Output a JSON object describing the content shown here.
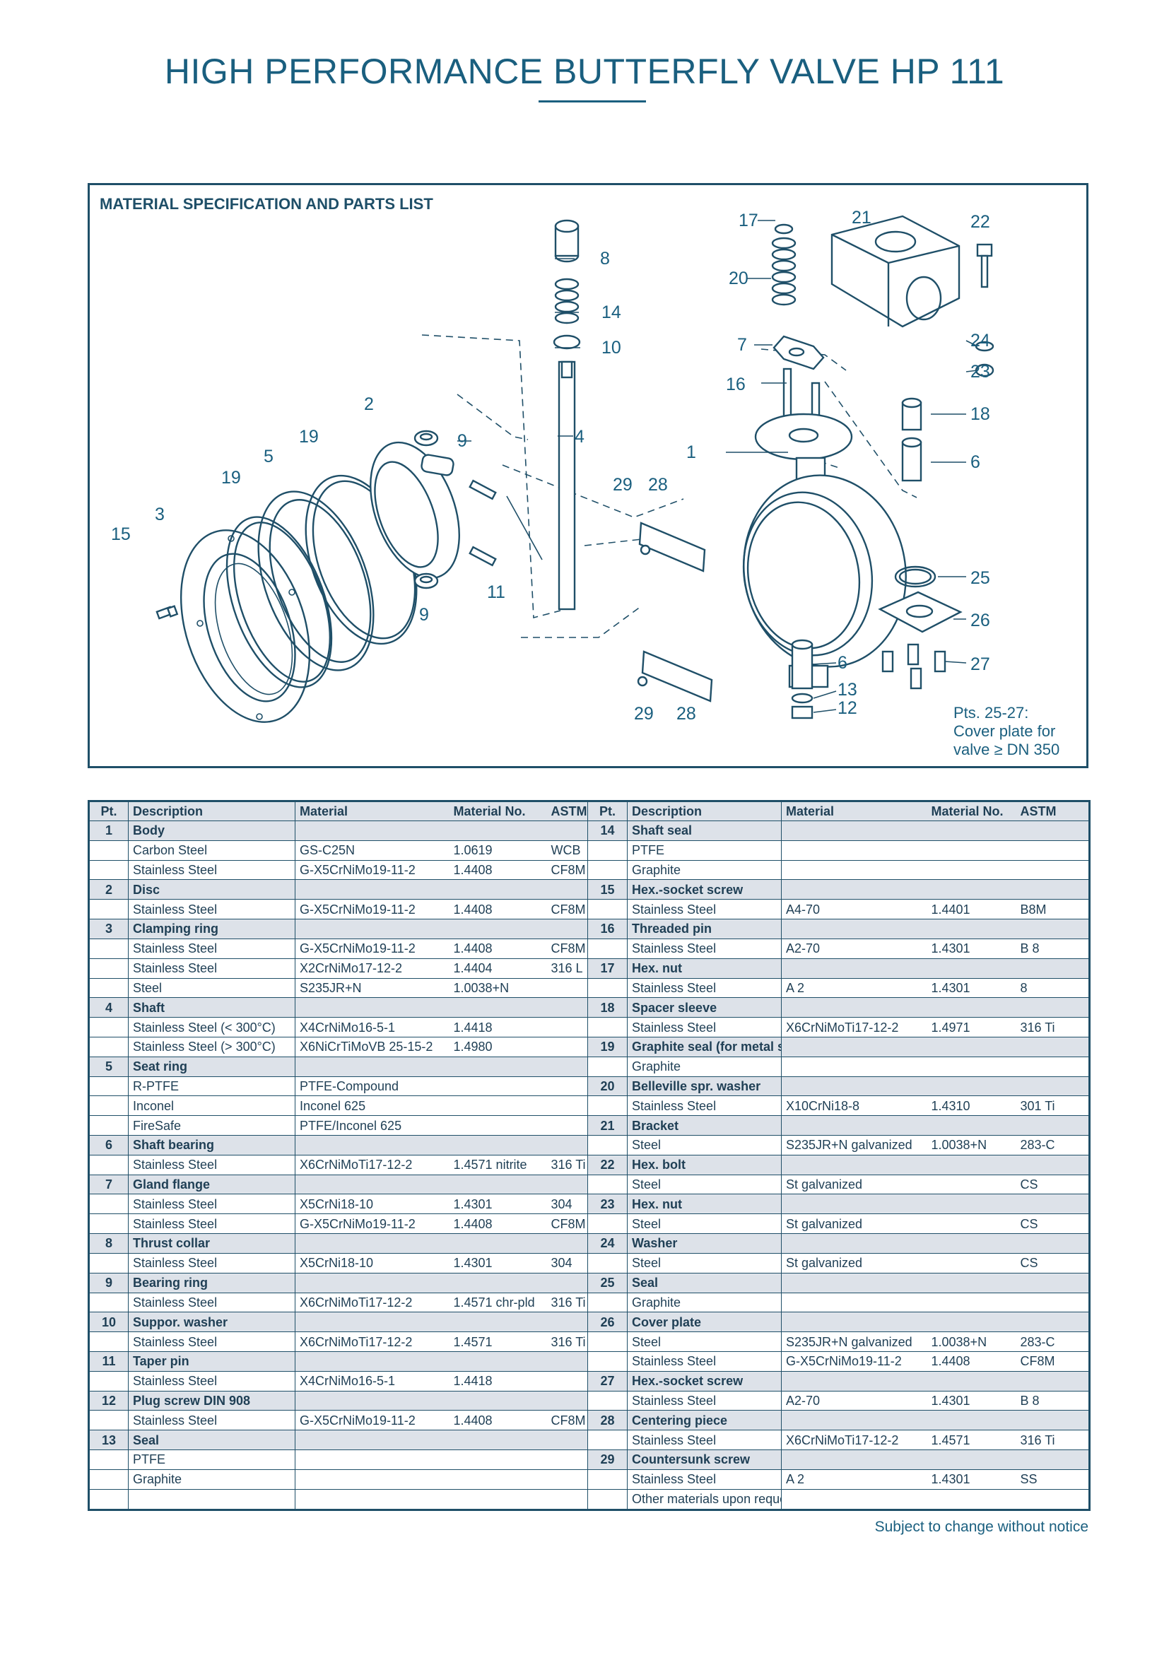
{
  "title": "HIGH PERFORMANCE BUTTERFLY VALVE HP 111",
  "diagram": {
    "heading": "MATERIAL SPECIFICATION AND PARTS LIST",
    "callouts": [
      "17",
      "21",
      "22",
      "8",
      "20",
      "14",
      "10",
      "7",
      "24",
      "23",
      "16",
      "18",
      "2",
      "9",
      "19",
      "4",
      "1",
      "6",
      "5",
      "19",
      "29",
      "28",
      "3",
      "15",
      "25",
      "11",
      "26",
      "9",
      "6",
      "13",
      "27",
      "12",
      "29",
      "28"
    ],
    "note_lines": [
      "Pts. 25-27:",
      "Cover plate for",
      "valve ≥ DN 350"
    ]
  },
  "table": {
    "headers": [
      "Pt.",
      "Description",
      "Material",
      "Material No.",
      "ASTM"
    ],
    "rows": [
      {
        "l": {
          "pt": "1",
          "desc": "Body",
          "part": true
        },
        "r": {
          "pt": "14",
          "desc": "Shaft seal",
          "part": true
        }
      },
      {
        "l": {
          "desc": "Carbon Steel",
          "mat": "GS-C25N",
          "no": "1.0619",
          "astm": "WCB"
        },
        "r": {
          "desc": "PTFE"
        }
      },
      {
        "l": {
          "desc": "Stainless Steel",
          "mat": "G-X5CrNiMo19-11-2",
          "no": "1.4408",
          "astm": "CF8M"
        },
        "r": {
          "desc": "Graphite"
        }
      },
      {
        "l": {
          "pt": "2",
          "desc": "Disc",
          "part": true
        },
        "r": {
          "pt": "15",
          "desc": "Hex.-socket screw",
          "part": true
        }
      },
      {
        "l": {
          "desc": "Stainless Steel",
          "mat": "G-X5CrNiMo19-11-2",
          "no": "1.4408",
          "astm": "CF8M"
        },
        "r": {
          "desc": "Stainless Steel",
          "mat": "A4-70",
          "no": "1.4401",
          "astm": "B8M"
        }
      },
      {
        "l": {
          "pt": "3",
          "desc": "Clamping ring",
          "part": true
        },
        "r": {
          "pt": "16",
          "desc": "Threaded pin",
          "part": true
        }
      },
      {
        "l": {
          "desc": "Stainless Steel",
          "mat": "G-X5CrNiMo19-11-2",
          "no": "1.4408",
          "astm": "CF8M"
        },
        "r": {
          "desc": "Stainless Steel",
          "mat": "A2-70",
          "no": "1.4301",
          "astm": "B 8"
        }
      },
      {
        "l": {
          "desc": "Stainless Steel",
          "mat": "X2CrNiMo17-12-2",
          "no": "1.4404",
          "astm": "316 L"
        },
        "r": {
          "pt": "17",
          "desc": "Hex. nut",
          "part": true
        }
      },
      {
        "l": {
          "desc": "Steel",
          "mat": "S235JR+N",
          "no": "1.0038+N"
        },
        "r": {
          "desc": "Stainless Steel",
          "mat": "A 2",
          "no": "1.4301",
          "astm": "8"
        }
      },
      {
        "l": {
          "pt": "4",
          "desc": "Shaft",
          "part": true
        },
        "r": {
          "pt": "18",
          "desc": "Spacer sleeve",
          "part": true
        }
      },
      {
        "l": {
          "desc": "Stainless Steel (< 300°C)",
          "mat": "X4CrNiMo16-5-1",
          "no": "1.4418"
        },
        "r": {
          "desc": "Stainless Steel",
          "mat": "X6CrNiMoTi17-12-2",
          "no": "1.4971",
          "astm": "316 Ti"
        }
      },
      {
        "l": {
          "desc": "Stainless Steel (> 300°C)",
          "mat": "X6NiCrTiMoVB 25-15-2",
          "no": "1.4980"
        },
        "r": {
          "pt": "19",
          "desc": "Graphite seal (for metal seat)",
          "part": true
        }
      },
      {
        "l": {
          "pt": "5",
          "desc": "Seat ring",
          "part": true
        },
        "r": {
          "desc": "Graphite"
        }
      },
      {
        "l": {
          "desc": "R-PTFE",
          "mat": "PTFE-Compound"
        },
        "r": {
          "pt": "20",
          "desc": "Belleville spr. washer",
          "part": true
        }
      },
      {
        "l": {
          "desc": "Inconel",
          "mat": "Inconel 625"
        },
        "r": {
          "desc": "Stainless Steel",
          "mat": "X10CrNi18-8",
          "no": "1.4310",
          "astm": "301 Ti"
        }
      },
      {
        "l": {
          "desc": "FireSafe",
          "mat": "PTFE/Inconel 625"
        },
        "r": {
          "pt": "21",
          "desc": "Bracket",
          "part": true
        }
      },
      {
        "l": {
          "pt": "6",
          "desc": "Shaft bearing",
          "part": true
        },
        "r": {
          "desc": "Steel",
          "mat": "S235JR+N galvanized",
          "no": "1.0038+N",
          "astm": "283-C"
        }
      },
      {
        "l": {
          "desc": "Stainless Steel",
          "mat": "X6CrNiMoTi17-12-2",
          "no": "1.4571 nitrite",
          "astm": "316 Ti"
        },
        "r": {
          "pt": "22",
          "desc": "Hex. bolt",
          "part": true
        }
      },
      {
        "l": {
          "pt": "7",
          "desc": "Gland flange",
          "part": true
        },
        "r": {
          "desc": "Steel",
          "mat": "St galvanized",
          "astm": "CS"
        }
      },
      {
        "l": {
          "desc": "Stainless Steel",
          "mat": "X5CrNi18-10",
          "no": "1.4301",
          "astm": "304"
        },
        "r": {
          "pt": "23",
          "desc": "Hex. nut",
          "part": true
        }
      },
      {
        "l": {
          "desc": "Stainless Steel",
          "mat": "G-X5CrNiMo19-11-2",
          "no": "1.4408",
          "astm": "CF8M"
        },
        "r": {
          "desc": "Steel",
          "mat": "St galvanized",
          "astm": "CS"
        }
      },
      {
        "l": {
          "pt": "8",
          "desc": "Thrust collar",
          "part": true
        },
        "r": {
          "pt": "24",
          "desc": "Washer",
          "part": true
        }
      },
      {
        "l": {
          "desc": "Stainless Steel",
          "mat": "X5CrNi18-10",
          "no": "1.4301",
          "astm": "304"
        },
        "r": {
          "desc": "Steel",
          "mat": "St galvanized",
          "astm": "CS"
        }
      },
      {
        "l": {
          "pt": "9",
          "desc": "Bearing ring",
          "part": true
        },
        "r": {
          "pt": "25",
          "desc": "Seal",
          "part": true
        }
      },
      {
        "l": {
          "desc": "Stainless Steel",
          "mat": "X6CrNiMoTi17-12-2",
          "no": "1.4571 chr-pld",
          "astm": "316 Ti"
        },
        "r": {
          "desc": "Graphite"
        }
      },
      {
        "l": {
          "pt": "10",
          "desc": "Suppor. washer",
          "part": true
        },
        "r": {
          "pt": "26",
          "desc": "Cover plate",
          "part": true
        }
      },
      {
        "l": {
          "desc": "Stainless Steel",
          "mat": "X6CrNiMoTi17-12-2",
          "no": "1.4571",
          "astm": "316 Ti"
        },
        "r": {
          "desc": "Steel",
          "mat": "S235JR+N galvanized",
          "no": "1.0038+N",
          "astm": "283-C"
        }
      },
      {
        "l": {
          "pt": "11",
          "desc": "Taper pin",
          "part": true
        },
        "r": {
          "desc": "Stainless Steel",
          "mat": "G-X5CrNiMo19-11-2",
          "no": "1.4408",
          "astm": "CF8M"
        }
      },
      {
        "l": {
          "desc": "Stainless Steel",
          "mat": "X4CrNiMo16-5-1",
          "no": "1.4418"
        },
        "r": {
          "pt": "27",
          "desc": "Hex.-socket screw",
          "part": true
        }
      },
      {
        "l": {
          "pt": "12",
          "desc": "Plug screw DIN 908",
          "part": true
        },
        "r": {
          "desc": "Stainless Steel",
          "mat": "A2-70",
          "no": "1.4301",
          "astm": "B 8"
        }
      },
      {
        "l": {
          "desc": "Stainless Steel",
          "mat": "G-X5CrNiMo19-11-2",
          "no": "1.4408",
          "astm": "CF8M"
        },
        "r": {
          "pt": "28",
          "desc": "Centering piece",
          "part": true
        }
      },
      {
        "l": {
          "pt": "13",
          "desc": "Seal",
          "part": true
        },
        "r": {
          "desc": "Stainless Steel",
          "mat": "X6CrNiMoTi17-12-2",
          "no": "1.4571",
          "astm": "316 Ti"
        }
      },
      {
        "l": {
          "desc": "PTFE"
        },
        "r": {
          "pt": "29",
          "desc": "Countersunk screw",
          "part": true
        }
      },
      {
        "l": {
          "desc": "Graphite"
        },
        "r": {
          "desc": "Stainless Steel",
          "mat": "A 2",
          "no": "1.4301",
          "astm": "SS"
        }
      },
      {
        "l": {},
        "r": {
          "desc": "Other materials upon request"
        }
      }
    ]
  },
  "footer_note": "Subject to change without notice"
}
